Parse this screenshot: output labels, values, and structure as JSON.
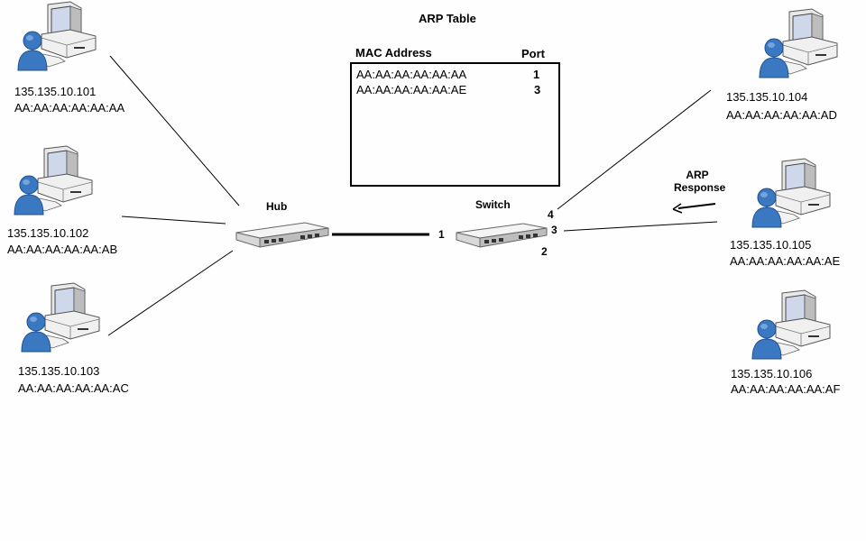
{
  "arp_table": {
    "title": "ARP Table",
    "columns": [
      "MAC Address",
      "Port"
    ],
    "rows": [
      {
        "mac": "AA:AA:AA:AA:AA:AA",
        "port": "1"
      },
      {
        "mac": "AA:AA:AA:AA:AA:AE",
        "port": "3"
      }
    ]
  },
  "devices": {
    "hub": {
      "label": "Hub"
    },
    "switch": {
      "label": "Switch",
      "ports": [
        "1",
        "2",
        "3",
        "4"
      ]
    }
  },
  "hosts": [
    {
      "ip": "135.135.10.101",
      "mac": "AA:AA:AA:AA:AA:AA"
    },
    {
      "ip": "135.135.10.102",
      "mac": "AA:AA:AA:AA:AA:AB"
    },
    {
      "ip": "135.135.10.103",
      "mac": "AA:AA:AA:AA:AA:AC"
    },
    {
      "ip": "135.135.10.104",
      "mac": "AA:AA:AA:AA:AA:AD"
    },
    {
      "ip": "135.135.10.105",
      "mac": "AA:AA:AA:AA:AA:AE"
    },
    {
      "ip": "135.135.10.106",
      "mac": "AA:AA:AA:AA:AA:AF"
    }
  ],
  "annotation": {
    "line1": "ARP",
    "line2": "Response"
  },
  "colors": {
    "user": "#3a78c2",
    "user_dark": "#1f4f8c",
    "screen": "#cfd8ea",
    "case": "#efefef"
  }
}
